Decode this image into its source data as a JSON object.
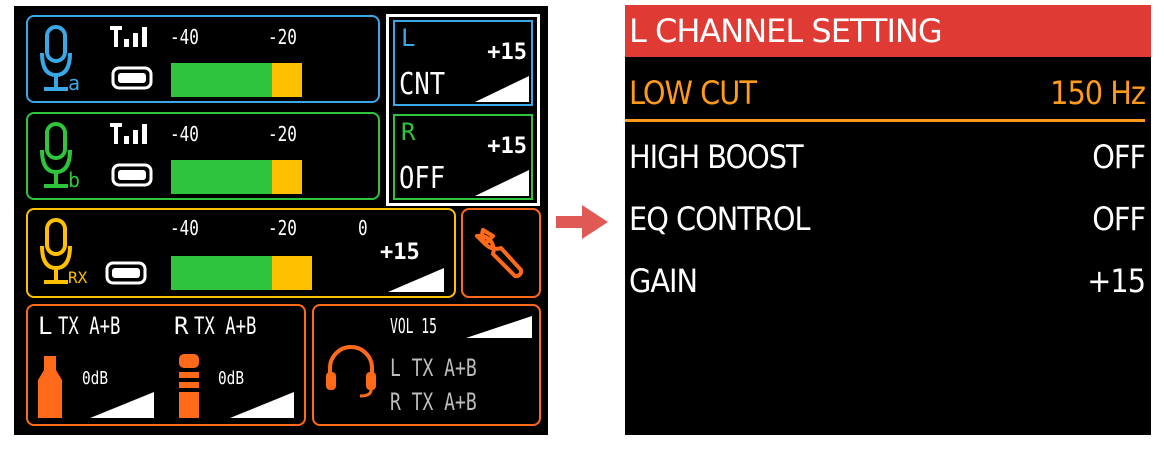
{
  "colors": {
    "blue": "#3aa8e6",
    "green": "#2ec43c",
    "yellow": "#ffc000",
    "orange": "#ff6a1a",
    "red_header": "#e03a34",
    "arrow": "#e05a55",
    "highlight_text": "#ff9a1a",
    "white": "#ffffff",
    "grey": "#bdbdbd"
  },
  "left": {
    "tx_a": {
      "mic_subscript": "a",
      "meter_labels": [
        "-40",
        "-20"
      ],
      "green_fraction": 0.69,
      "yellow_fraction": 0.19
    },
    "tx_b": {
      "mic_subscript": "b",
      "meter_labels": [
        "-40",
        "-20"
      ],
      "green_fraction": 0.69,
      "yellow_fraction": 0.19
    },
    "l_channel": {
      "name": "L",
      "mode": "CNT",
      "gain": "+15"
    },
    "r_channel": {
      "name": "R",
      "mode": "OFF",
      "gain": "+15"
    },
    "rx": {
      "mic_subscript": "RX",
      "meter_labels": [
        "-40",
        "-20",
        "0"
      ],
      "gain": "+15",
      "green_fraction": 0.5,
      "yellow_fraction": 0.19
    },
    "outputs": {
      "l_label": "L",
      "l_source": "TX A+B",
      "r_label": "R",
      "r_source": "TX A+B",
      "l_level": "0dB",
      "r_level": "0dB"
    },
    "headphone": {
      "volume": "VOL 15",
      "l_line": "L TX A+B",
      "r_line": "R TX A+B"
    },
    "icons": [
      "mic-icon",
      "antenna-icon",
      "battery-icon",
      "wrench-icon",
      "headphone-icon",
      "camera-mount-icon",
      "volume-ramp-icon"
    ]
  },
  "right": {
    "title": "L CHANNEL SETTING",
    "items": [
      {
        "label": "LOW CUT",
        "value": "150 Hz",
        "selected": true
      },
      {
        "label": "HIGH BOOST",
        "value": "OFF",
        "selected": false
      },
      {
        "label": "EQ CONTROL",
        "value": "OFF",
        "selected": false
      },
      {
        "label": "GAIN",
        "value": "+15",
        "selected": false
      }
    ]
  }
}
